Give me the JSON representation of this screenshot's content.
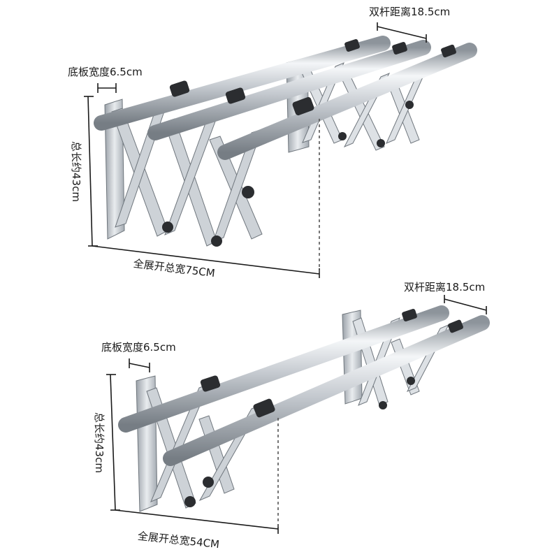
{
  "colors": {
    "steel_light": "#f2f4f6",
    "steel_mid": "#b9bfc6",
    "steel_dark": "#7d848c",
    "cap": "#2b2d30",
    "dimension_line": "#1a1a1a",
    "guide_dash": "#555555"
  },
  "rack_three_bar": {
    "pole_gap_label": "双杆距离18.5cm",
    "plate_width_label": "底板宽度6.5cm",
    "length_label": "总长约43cm",
    "total_width_label": "全展开总宽75CM"
  },
  "rack_two_bar": {
    "pole_gap_label": "双杆距离18.5cm",
    "plate_width_label": "底板宽度6.5cm",
    "length_label": "总长约43cm",
    "total_width_label": "全展开总宽54CM"
  }
}
